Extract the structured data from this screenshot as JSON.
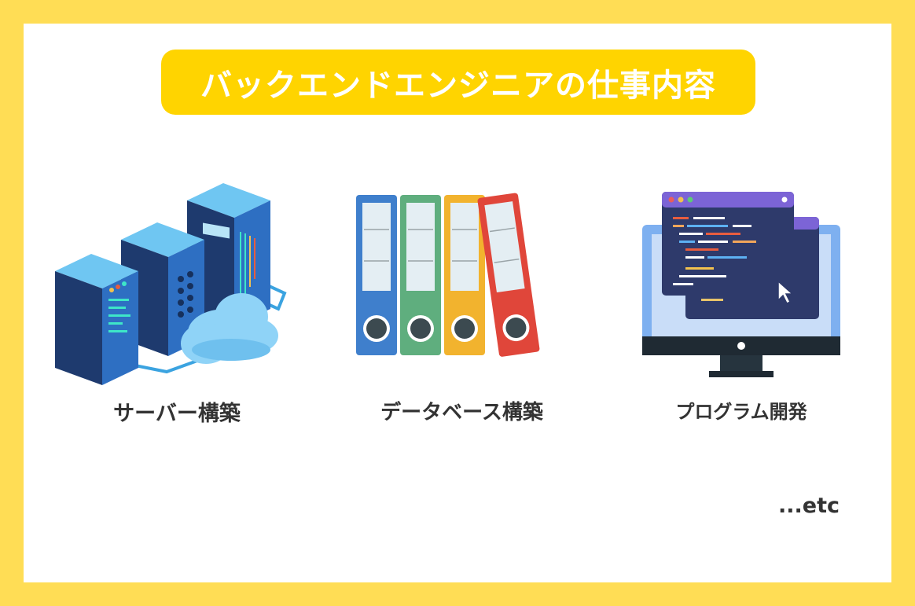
{
  "title": "バックエンドエンジニアの仕事内容",
  "items": [
    {
      "label": "サーバー構築",
      "icon": "server-cloud-icon"
    },
    {
      "label": "データベース構築",
      "icon": "binder-files-icon"
    },
    {
      "label": "プログラム開発",
      "icon": "code-monitor-icon"
    }
  ],
  "footnote": "...etc",
  "colors": {
    "background": "#FFDD55",
    "card": "#FFFFFF",
    "title_pill": "#FFD400",
    "title_text": "#FFFFFF",
    "caption_text": "#333333"
  }
}
